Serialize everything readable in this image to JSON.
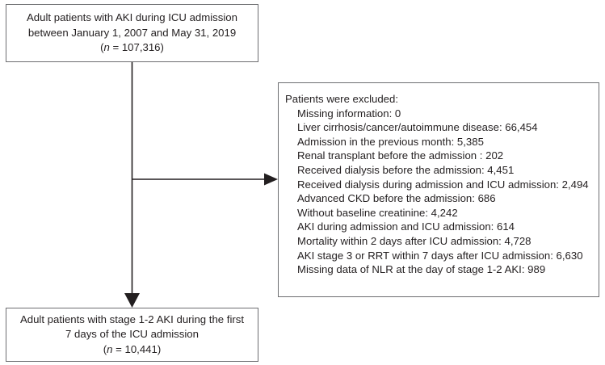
{
  "diagram": {
    "type": "patient-selection-flowchart",
    "colors": {
      "box_border": "#6d6e71",
      "connector": "#231f20",
      "text": "#231f20",
      "background": "#ffffff"
    },
    "top_box": {
      "name": "enrollment-box",
      "lines": [
        "Adult patients with AKI during ICU admission",
        "between January 1, 2007 and May 31, 2019"
      ],
      "count_prefix": "(",
      "count_symbol": "n",
      "count_eq": " = ",
      "count_value": "107,316",
      "count_suffix": ")"
    },
    "exclusion_box": {
      "name": "exclusions-box",
      "header": "Patients were excluded:",
      "items": [
        "Missing information: 0",
        "Liver cirrhosis/cancer/autoimmune disease: 66,454",
        "Admission in the previous month: 5,385",
        "Renal transplant before the admission : 202",
        "Received dialysis before the admission: 4,451",
        "Received dialysis during admission and ICU admission: 2,494",
        "Advanced CKD before the admission: 686",
        "Without baseline creatinine: 4,242",
        "AKI during admission and ICU admission: 614",
        "Mortality within 2 days after ICU admission: 4,728",
        "AKI stage 3 or RRT within 7 days after ICU admission: 6,630",
        "Missing data of NLR at the day of stage 1-2 AKI: 989"
      ]
    },
    "bottom_box": {
      "name": "final-cohort-box",
      "lines": [
        "Adult patients with stage 1-2 AKI during the first",
        "7 days of the ICU admission"
      ],
      "count_prefix": "(",
      "count_symbol": "n",
      "count_eq": " = ",
      "count_value": "10,441",
      "count_suffix": ")"
    },
    "connectors": [
      {
        "name": "top-to-branch-connector",
        "kind": "vertical-line"
      },
      {
        "name": "branch-to-exclusions-arrow",
        "kind": "horizontal-arrow"
      },
      {
        "name": "branch-to-final-arrow",
        "kind": "vertical-arrow"
      }
    ]
  }
}
